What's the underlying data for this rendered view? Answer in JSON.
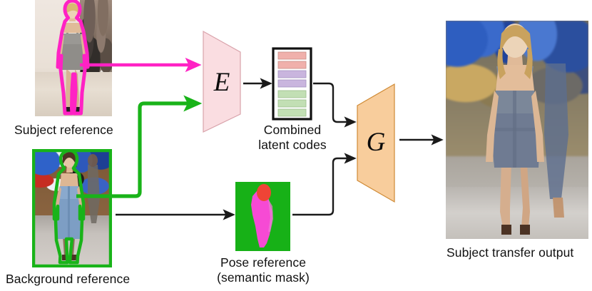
{
  "figure": {
    "title": "Subject transfer pipeline diagram",
    "background": "#ffffff"
  },
  "colors": {
    "subject_highlight": "#ff22c4",
    "background_highlight": "#19b319",
    "encoder_fill": "#fadde1",
    "encoder_stroke": "#d9a3ab",
    "generator_fill": "#f8cd9c",
    "generator_stroke": "#cf8a35",
    "arrow_black": "#1a1a1a",
    "latent_red": "#f0b0ab",
    "latent_purple": "#c9b5de",
    "latent_green": "#c2dfb4",
    "mask_background": "#17b117",
    "mask_body": "#f64ad4",
    "mask_head": "#ef4436",
    "box_stroke": "#111111"
  },
  "nodes": {
    "subject_reference": {
      "label": "Subject reference",
      "outline_color": "#ff22c4",
      "outline_name": "subject-person-outline"
    },
    "background_reference": {
      "label": "Background reference",
      "outline_color": "#19b319",
      "outline_name": "background-person-outline"
    },
    "encoder": {
      "symbol": "E",
      "name": "encoder"
    },
    "latent_codes": {
      "label_line1": "Combined",
      "label_line2": "latent codes",
      "bars": [
        {
          "index": 1,
          "color": "#f0b0ab",
          "group": "subject"
        },
        {
          "index": 2,
          "color": "#f0b0ab",
          "group": "subject"
        },
        {
          "index": 3,
          "color": "#c9b5de",
          "group": "shared"
        },
        {
          "index": 4,
          "color": "#c9b5de",
          "group": "shared"
        },
        {
          "index": 5,
          "color": "#c2dfb4",
          "group": "background"
        },
        {
          "index": 6,
          "color": "#c2dfb4",
          "group": "background"
        },
        {
          "index": 7,
          "color": "#c2dfb4",
          "group": "background"
        }
      ]
    },
    "pose_reference": {
      "label_line1": "Pose reference",
      "label_line2": "(semantic mask)"
    },
    "generator": {
      "symbol": "G",
      "name": "generator"
    },
    "output": {
      "label": "Subject transfer output"
    }
  },
  "edges": [
    {
      "name": "subject-to-encoder",
      "color": "#ff22c4",
      "style": "straight-arrow"
    },
    {
      "name": "background-to-encoder",
      "color": "#19b319",
      "style": "elbow-arrow"
    },
    {
      "name": "encoder-to-latent",
      "color": "#1a1a1a",
      "style": "straight-arrow"
    },
    {
      "name": "background-to-pose",
      "color": "#1a1a1a",
      "style": "straight-arrow"
    },
    {
      "name": "latent-to-generator",
      "color": "#1a1a1a",
      "style": "elbow-arrow"
    },
    {
      "name": "pose-to-generator",
      "color": "#1a1a1a",
      "style": "elbow-arrow"
    },
    {
      "name": "generator-to-output",
      "color": "#1a1a1a",
      "style": "straight-arrow"
    }
  ]
}
